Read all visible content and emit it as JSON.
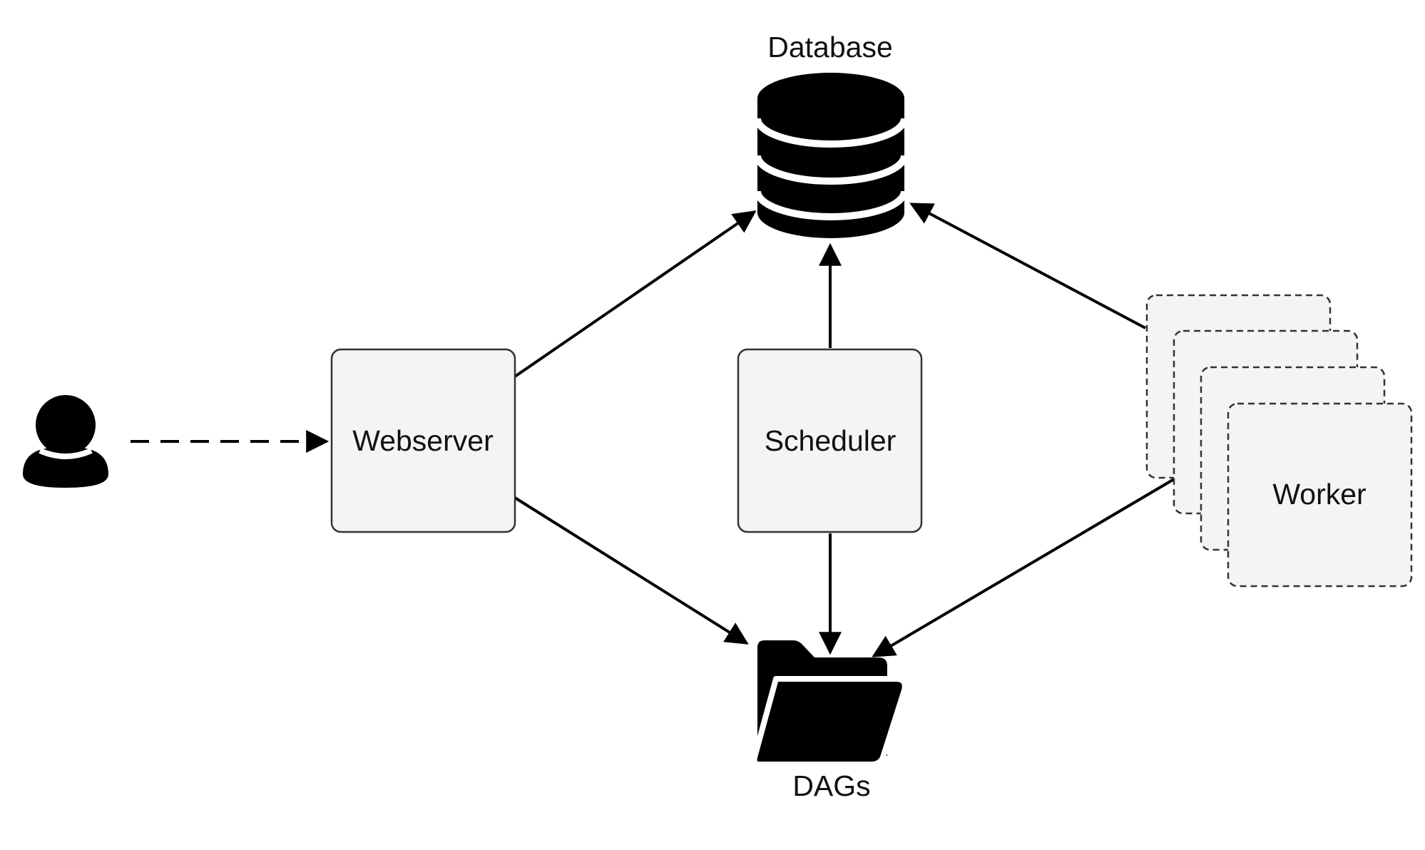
{
  "nodes": {
    "database": {
      "label": "Database"
    },
    "webserver": {
      "label": "Webserver"
    },
    "scheduler": {
      "label": "Scheduler"
    },
    "worker": {
      "label": "Worker"
    },
    "dags": {
      "label": "DAGs"
    }
  },
  "edges": [
    {
      "from": "user",
      "to": "webserver",
      "style": "dashed"
    },
    {
      "from": "webserver",
      "to": "database",
      "style": "solid"
    },
    {
      "from": "scheduler",
      "to": "database",
      "style": "solid"
    },
    {
      "from": "worker",
      "to": "database",
      "style": "solid"
    },
    {
      "from": "webserver",
      "to": "dags",
      "style": "solid"
    },
    {
      "from": "scheduler",
      "to": "dags",
      "style": "solid"
    },
    {
      "from": "worker",
      "to": "dags",
      "style": "solid"
    }
  ],
  "icons": {
    "user": "user-icon",
    "database": "database-icon",
    "dags": "folder-icon"
  },
  "colors": {
    "box_fill": "#f4f4f4",
    "box_stroke": "#333333",
    "ink": "#000000"
  }
}
